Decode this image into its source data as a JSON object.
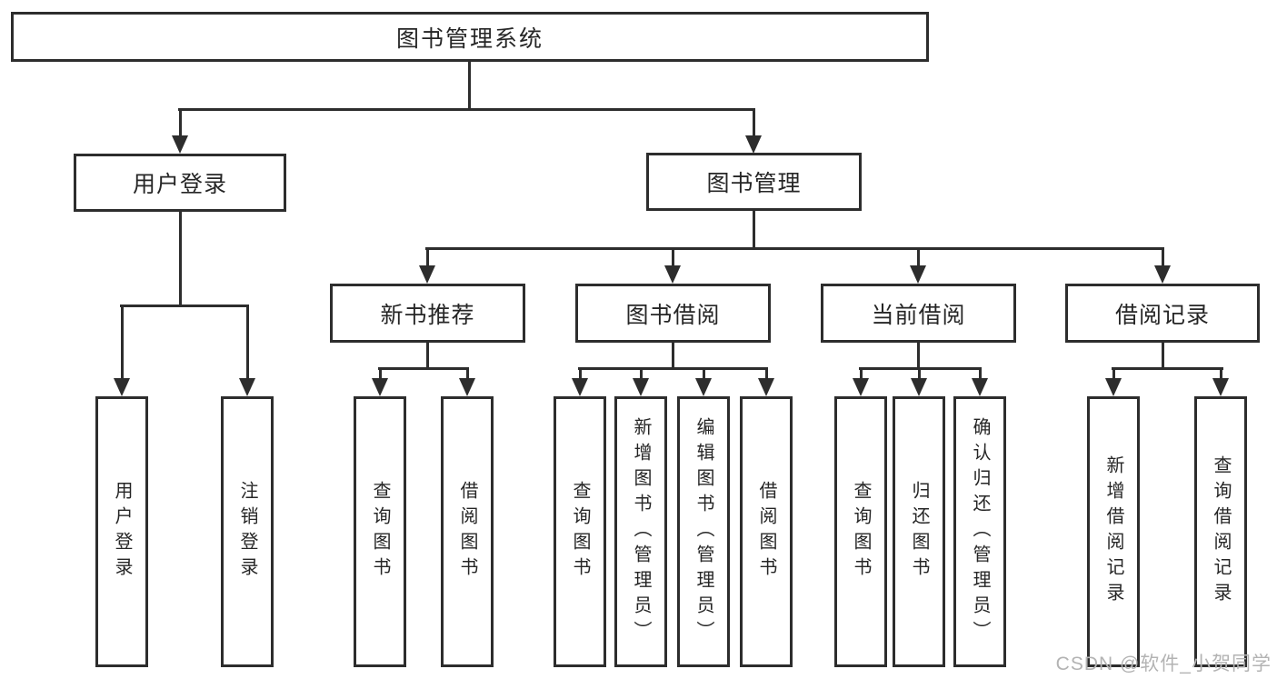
{
  "colors": {
    "line": "#2d2d2d",
    "text": "#262626",
    "watermark": "#b3b3b3",
    "background": "#ffffff"
  },
  "diagram": {
    "root": {
      "label": "图书管理系统"
    },
    "branches": [
      {
        "label": "用户登录",
        "children": [
          {
            "label": "用户登录"
          },
          {
            "label": "注销登录"
          }
        ]
      },
      {
        "label": "图书管理",
        "children": [
          {
            "label": "新书推荐",
            "children": [
              {
                "label": "查询图书"
              },
              {
                "label": "借阅图书"
              }
            ]
          },
          {
            "label": "图书借阅",
            "children": [
              {
                "label": "查询图书"
              },
              {
                "label": "新增图书（管理员）"
              },
              {
                "label": "编辑图书（管理员）"
              },
              {
                "label": "借阅图书"
              }
            ]
          },
          {
            "label": "当前借阅",
            "children": [
              {
                "label": "查询图书"
              },
              {
                "label": "归还图书"
              },
              {
                "label": "确认归还（管理员）"
              }
            ]
          },
          {
            "label": "借阅记录",
            "children": [
              {
                "label": "新增借阅记录"
              },
              {
                "label": "查询借阅记录"
              }
            ]
          }
        ]
      }
    ]
  },
  "watermark": {
    "text": "CSDN @软件_小贺同学"
  }
}
